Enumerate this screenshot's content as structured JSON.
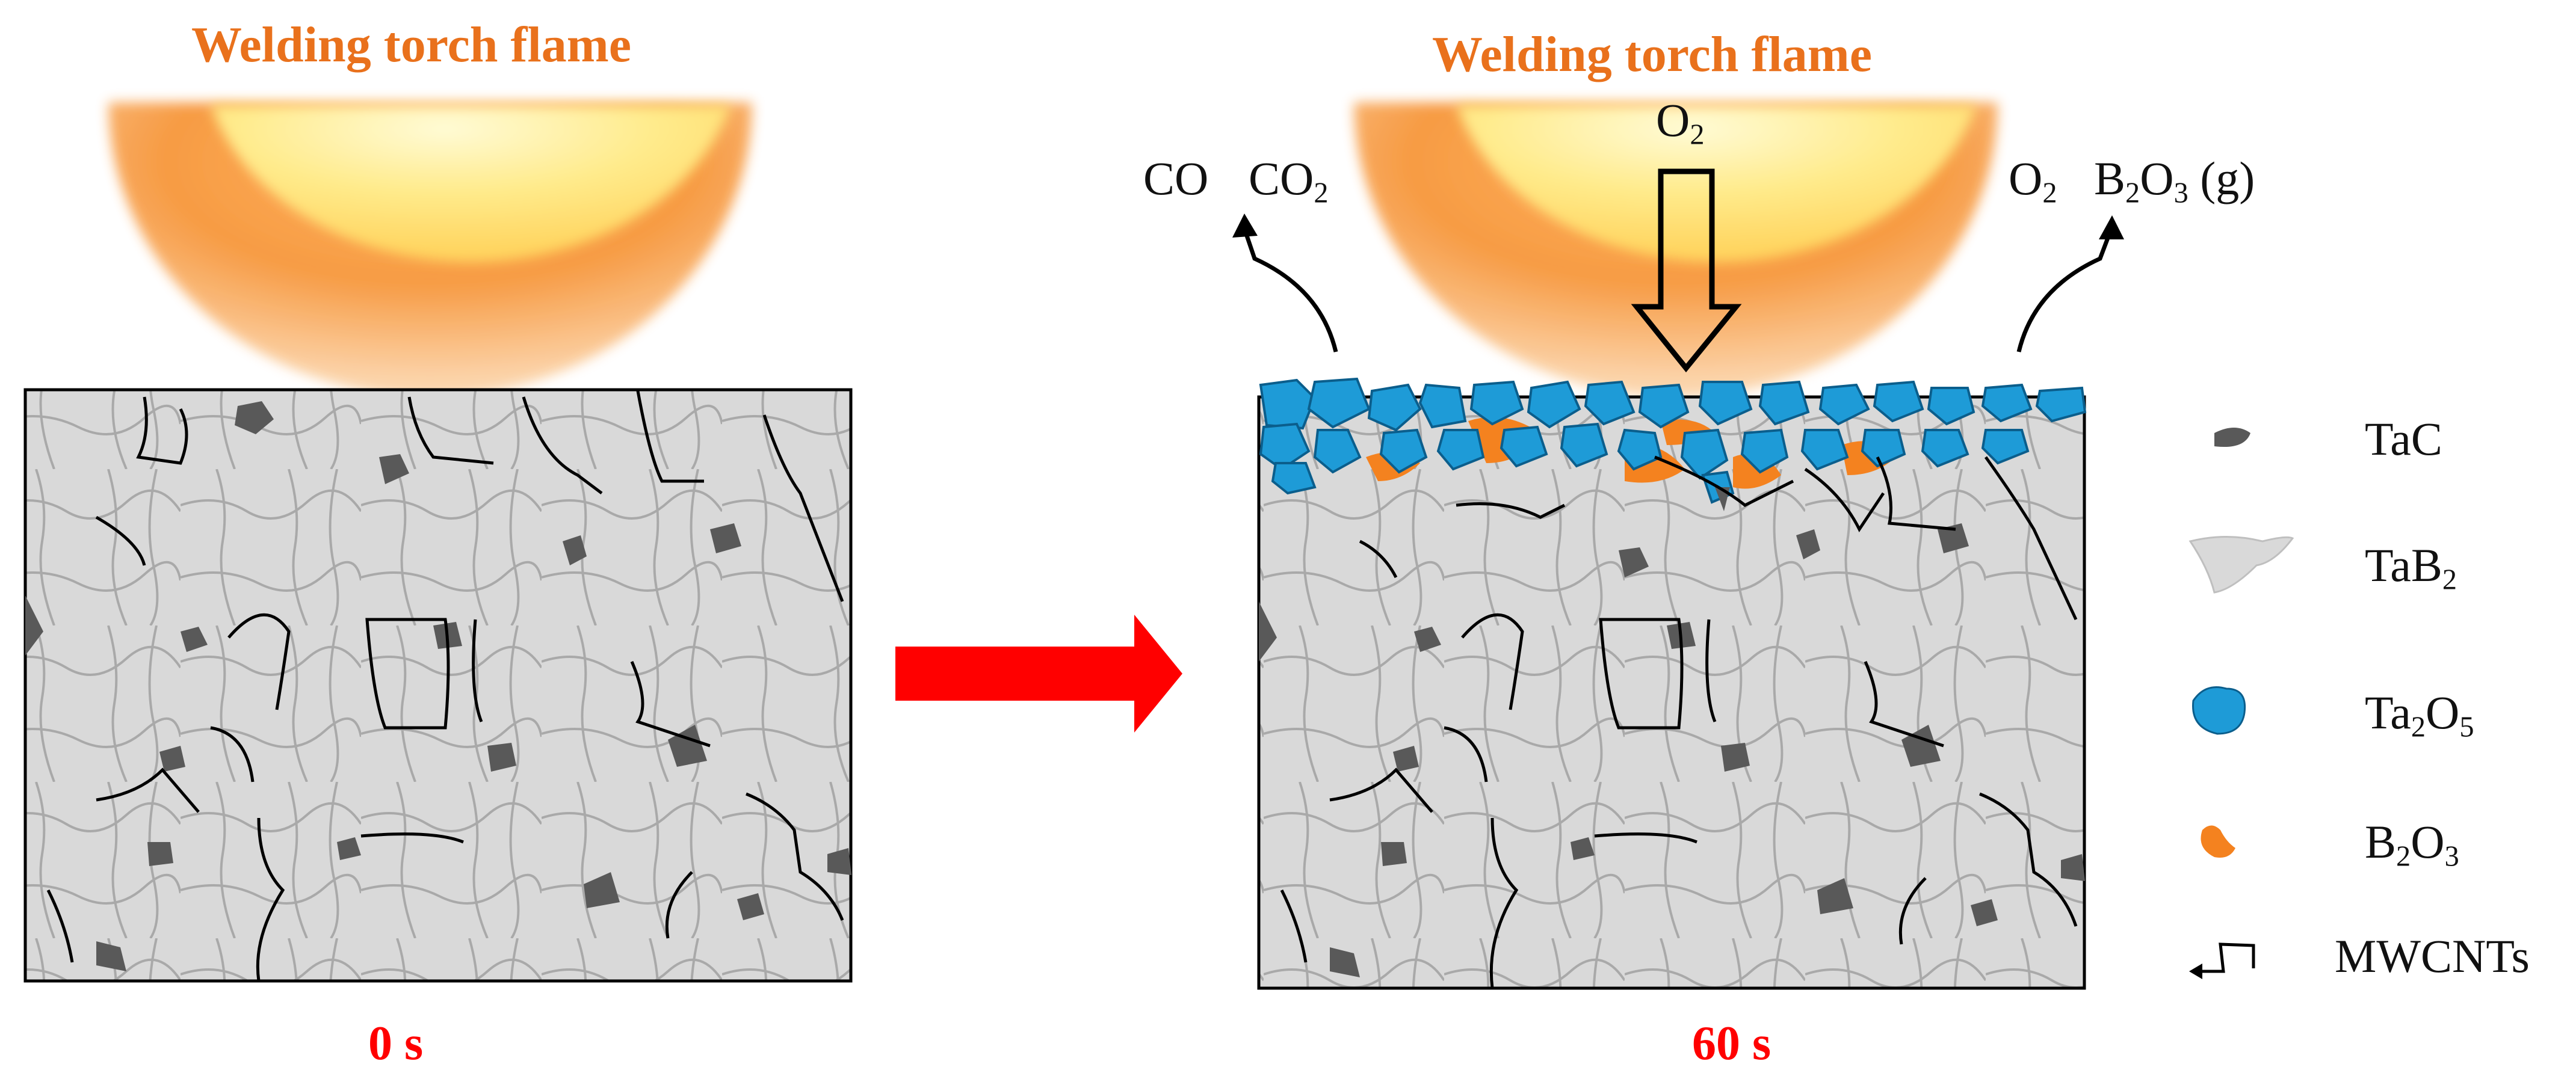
{
  "panels": {
    "left": {
      "flame_title": "Welding torch flame",
      "time": "0 s"
    },
    "right": {
      "flame_title": "Welding torch flame",
      "time": "60 s",
      "inflow_gas": {
        "main": "O",
        "sub": "2",
        "tail": ""
      },
      "outflow_left": [
        {
          "main": "CO",
          "sub": "",
          "tail": ""
        },
        {
          "main": "CO",
          "sub": "2",
          "tail": ""
        }
      ],
      "outflow_right": [
        {
          "main": "O",
          "sub": "2",
          "tail": ""
        },
        {
          "main": "B",
          "sub": "2",
          "main2": "O",
          "sub2": "3",
          "tail": " (g)"
        }
      ]
    }
  },
  "legend": [
    {
      "label_main": "TaC",
      "sub": "",
      "main2": "",
      "sub2": "",
      "icon": "tac-particle-icon",
      "color": "#595959"
    },
    {
      "label_main": "TaB",
      "sub": "2",
      "main2": "",
      "sub2": "",
      "icon": "tab2-grain-icon",
      "color": "#D9D9D9"
    },
    {
      "label_main": "Ta",
      "sub": "2",
      "main2": "O",
      "sub2": "5",
      "icon": "ta2o5-particle-icon",
      "color": "#1E9BD7"
    },
    {
      "label_main": "B",
      "sub": "2",
      "main2": "O",
      "sub2": "3",
      "icon": "b2o3-droplet-icon",
      "color": "#F4821F"
    },
    {
      "label_main": "MWCNTs",
      "sub": "",
      "main2": "",
      "sub2": "",
      "icon": "mwcnt-fiber-icon",
      "color": "#000000"
    }
  ],
  "colors": {
    "flame_outer": "#F28A2E",
    "flame_inner": "#FFE27A",
    "process_arrow": "#FF0000",
    "grain": "#D9D9D9",
    "grain_edge": "#A6A6A6"
  }
}
